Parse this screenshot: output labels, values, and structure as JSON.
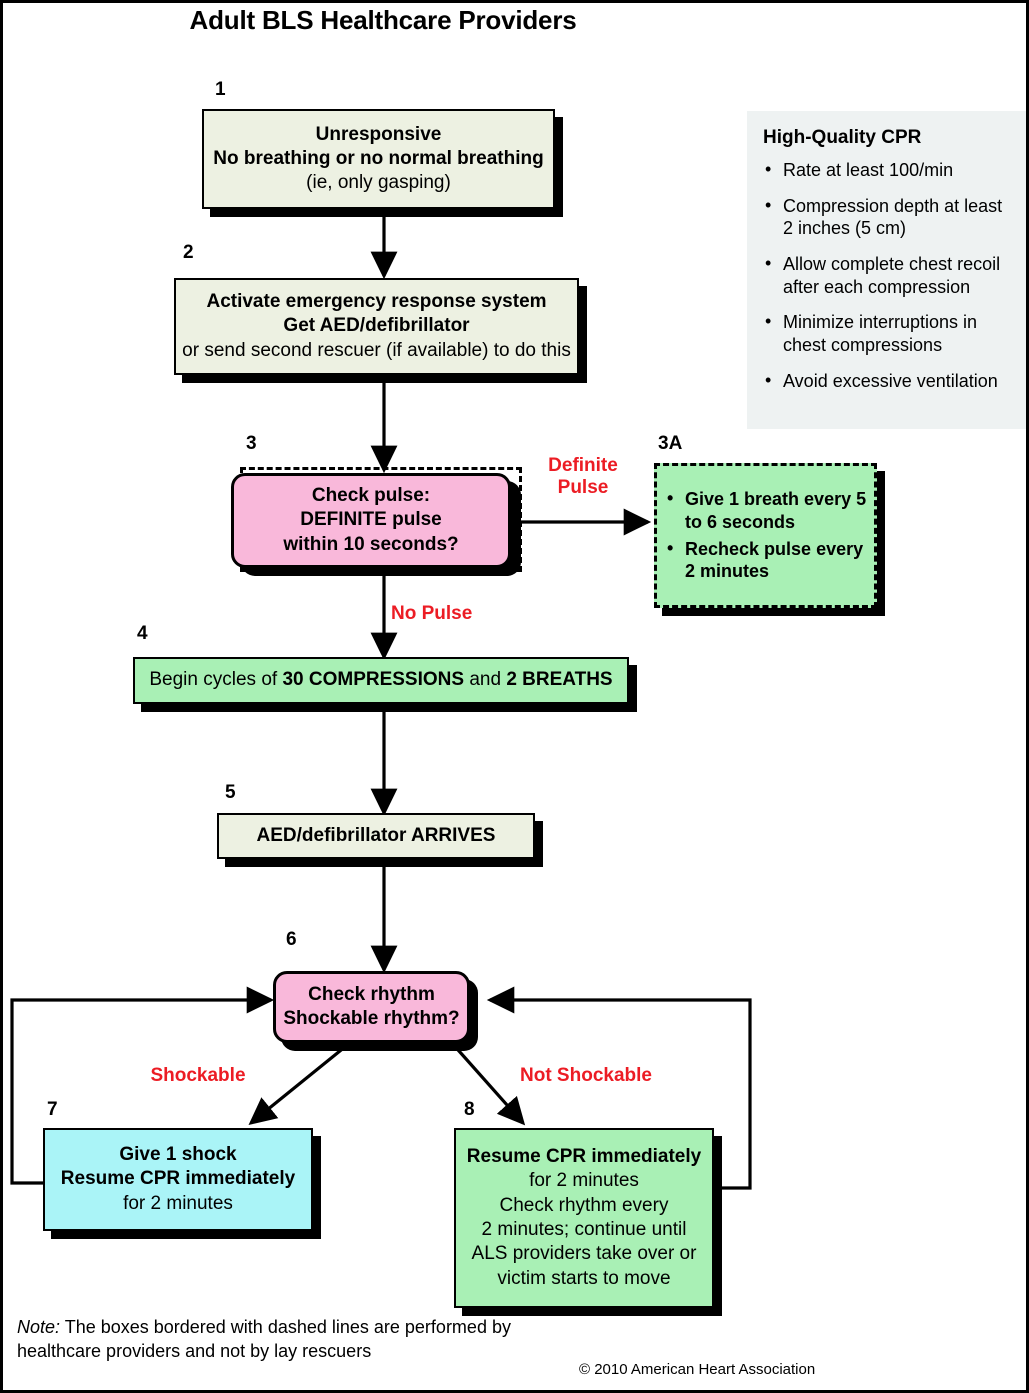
{
  "title": "Adult BLS Healthcare Providers",
  "nodes": {
    "n1": {
      "num": "1",
      "lines": [
        "Unresponsive",
        "No breathing or no normal breathing",
        "(ie, only gasping)"
      ]
    },
    "n2": {
      "num": "2",
      "lines": [
        "Activate emergency response system",
        "Get AED/defibrillator",
        "or send second rescuer (if available) to do this"
      ]
    },
    "n3": {
      "num": "3",
      "lines": [
        "Check pulse:",
        "DEFINITE pulse",
        "within 10 seconds?"
      ]
    },
    "n3a": {
      "num": "3A",
      "bullets": [
        "Give 1 breath every 5 to 6 seconds",
        "Recheck pulse every 2 minutes"
      ]
    },
    "n4": {
      "num": "4",
      "prefix": "Begin cycles of ",
      "strong1": "30 COMPRESSIONS",
      "mid": " and ",
      "strong2": "2 BREATHS"
    },
    "n5": {
      "num": "5",
      "lines": [
        "AED/defibrillator ARRIVES"
      ]
    },
    "n6": {
      "num": "6",
      "lines": [
        "Check rhythm",
        "Shockable rhythm?"
      ]
    },
    "n7": {
      "num": "7",
      "lines": [
        "Give 1 shock",
        "Resume CPR immediately",
        "for 2 minutes"
      ]
    },
    "n8": {
      "num": "8",
      "lines": [
        "Resume CPR immediately",
        "for 2 minutes",
        "Check rhythm every",
        "2 minutes; continue until",
        "ALS providers take over or",
        "victim starts to move"
      ]
    }
  },
  "edge_labels": {
    "definite_pulse": "Definite Pulse",
    "no_pulse": "No Pulse",
    "shockable": "Shockable",
    "not_shockable": "Not Shockable"
  },
  "panel": {
    "heading": "High-Quality CPR",
    "items": [
      "Rate at least 100/min",
      "Compression depth at least 2 inches (5 cm)",
      "Allow complete chest recoil after each compression",
      "Minimize interruptions in chest compressions",
      "Avoid excessive ventilation"
    ]
  },
  "footer": {
    "note_label": "Note:",
    "note_text": " The boxes bordered with dashed lines are performed by healthcare providers and not by lay rescuers",
    "copyright": "© 2010 American Heart Association"
  },
  "colors": {
    "cream": "#edf1e2",
    "green": "#a9f0b5",
    "pink": "#f9b8da",
    "cyan": "#aaf4f7",
    "red_label": "#ec1c24",
    "panel_bg": "#eef2f2"
  }
}
